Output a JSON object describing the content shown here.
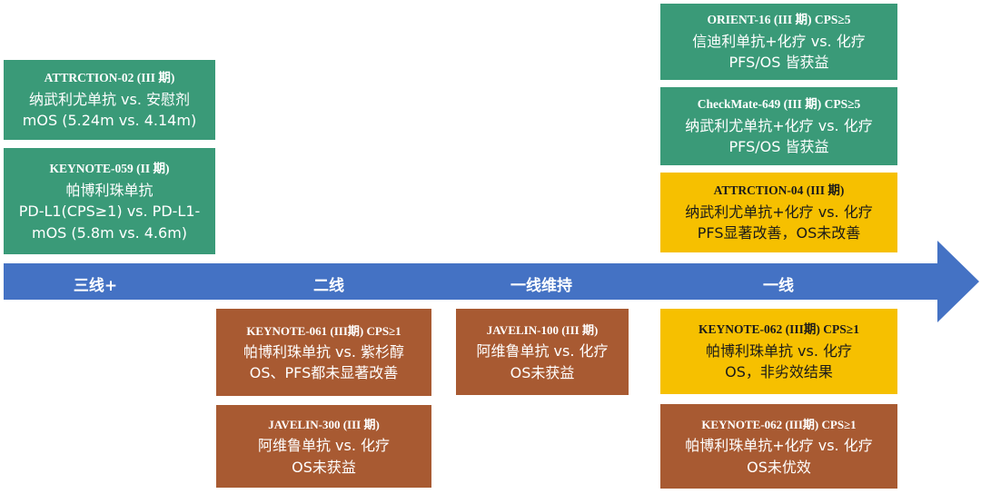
{
  "colors": {
    "green": "#3a9a78",
    "brown": "#a85a32",
    "yellow": "#f6c000",
    "arrow": "#4472c4"
  },
  "stages": [
    "三线+",
    "二线",
    "一线维持",
    "一线"
  ],
  "trials": [
    {
      "title": "ORIENT-16 (III 期) CPS≥5",
      "lines": [
        "信迪利单抗+化疗 vs. 化疗",
        "PFS/OS 皆获益"
      ]
    },
    {
      "title": "ATTRCTION-02 (III 期)",
      "lines": [
        "纳武利尤单抗 vs. 安慰剂",
        "mOS (5.24m vs. 4.14m)"
      ]
    },
    {
      "title": "CheckMate-649 (III 期) CPS≥5",
      "lines": [
        "纳武利尤单抗+化疗 vs. 化疗",
        "PFS/OS 皆获益"
      ]
    },
    {
      "title": "KEYNOTE-059 (II 期)",
      "lines": [
        "帕博利珠单抗",
        "PD-L1(CPS≥1) vs. PD-L1-",
        "mOS (5.8m vs. 4.6m)"
      ]
    },
    {
      "title": "ATTRCTION-04 (III 期)",
      "lines": [
        "纳武利尤单抗+化疗 vs. 化疗",
        "PFS显著改善，OS未改善"
      ]
    },
    {
      "title": "KEYNOTE-061 (III期) CPS≥1",
      "lines": [
        "帕博利珠单抗 vs. 紫杉醇",
        "OS、PFS都未显著改善"
      ]
    },
    {
      "title": "JAVELIN-100  (III 期)",
      "lines": [
        "阿维鲁单抗 vs. 化疗",
        "OS未获益"
      ]
    },
    {
      "title": "KEYNOTE-062 (III期) CPS≥1",
      "lines": [
        "帕博利珠单抗 vs. 化疗",
        "OS，非劣效结果"
      ]
    },
    {
      "title": "JAVELIN-300  (III 期)",
      "lines": [
        "阿维鲁单抗 vs. 化疗",
        "OS未获益"
      ]
    },
    {
      "title": "KEYNOTE-062 (III期) CPS≥1",
      "lines": [
        "帕博利珠单抗+化疗 vs. 化疗",
        "OS未优效"
      ]
    }
  ]
}
